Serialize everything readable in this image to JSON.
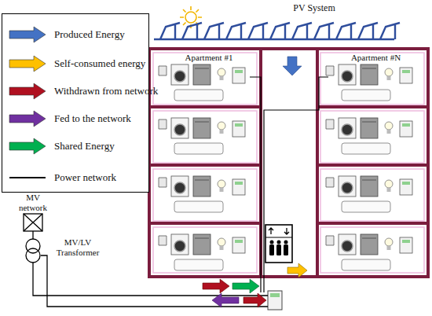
{
  "diagram": {
    "nodes": [
      {
        "text": [
          "Apartment #1"
        ]
      },
      {
        "text": [
          "Apartment #N"
        ]
      }
    ],
    "labels": [
      "PV System",
      "MV network",
      "MV/LV Transformer"
    ],
    "legend": [
      {
        "text": "Produced Energy",
        "color": "#4472c4"
      },
      {
        "text": "Self-consumed energy",
        "color": "#ffc000"
      },
      {
        "text": "Withdrawn from network",
        "color": "#b01020"
      },
      {
        "text": "Fed to the network",
        "color": "#7030a0"
      },
      {
        "text": "Shared Energy",
        "color": "#00b050"
      },
      {
        "text": "Power network"
      }
    ]
  }
}
